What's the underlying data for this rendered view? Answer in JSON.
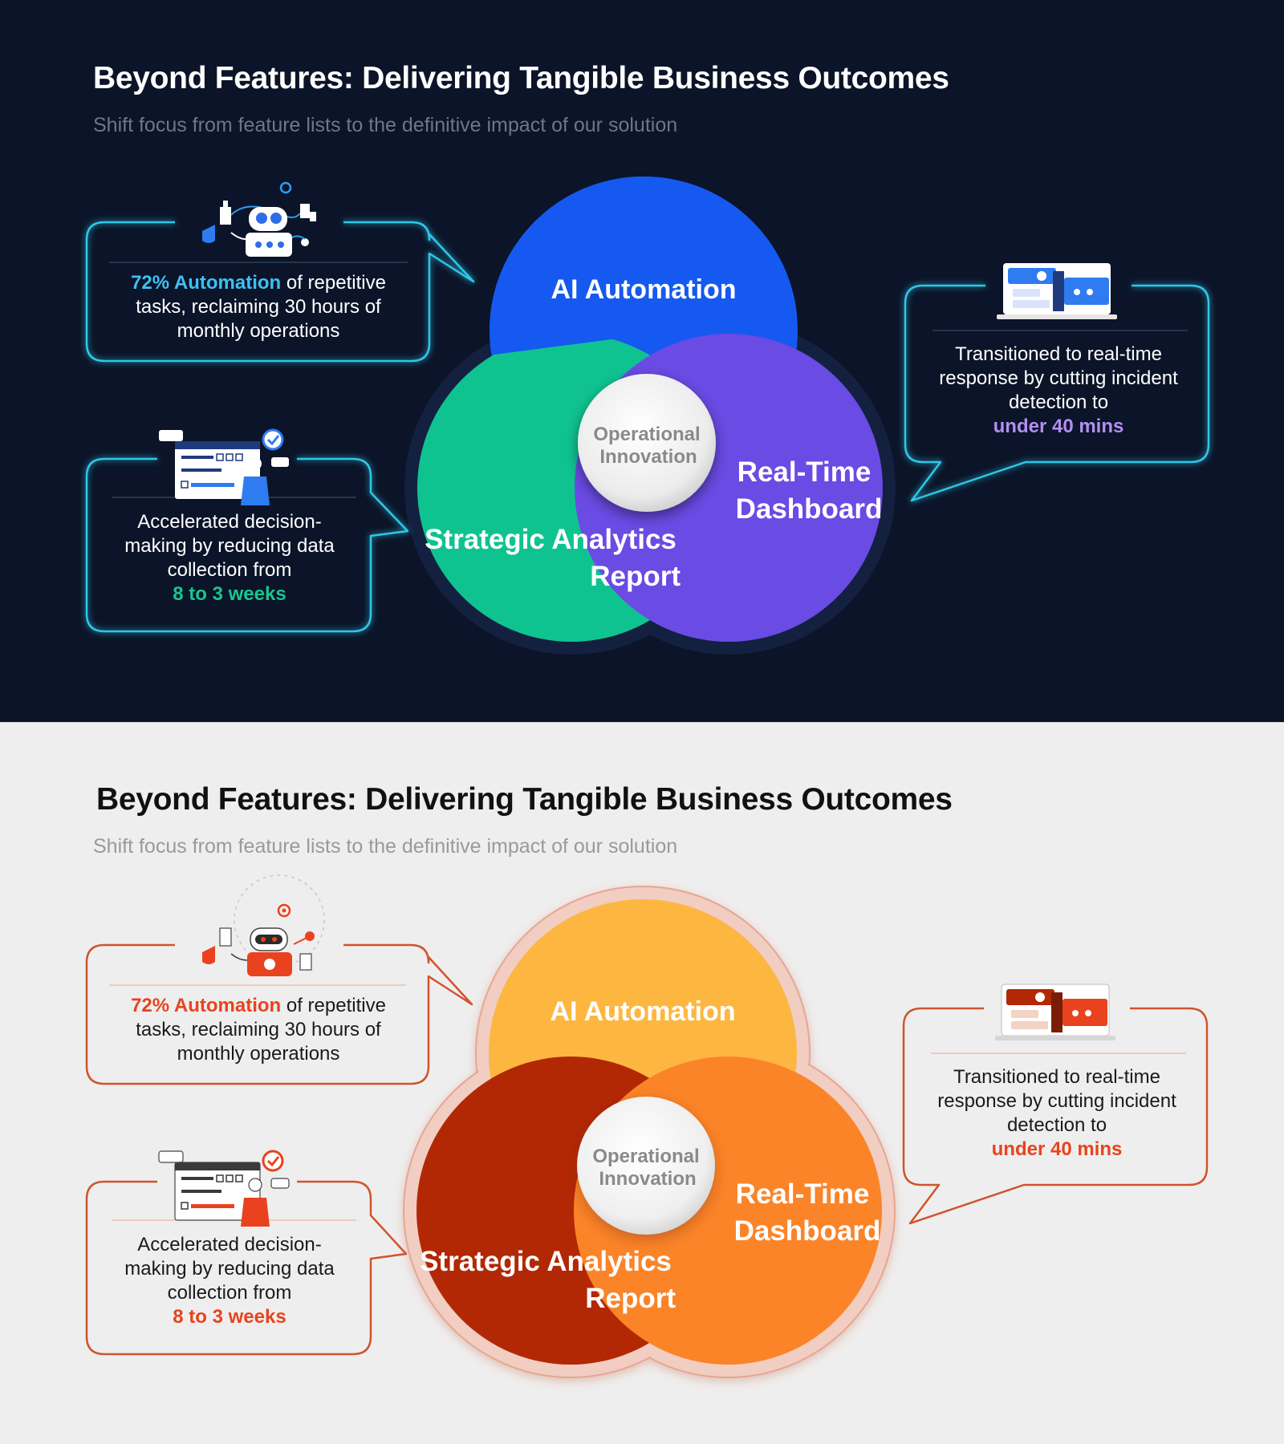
{
  "colors": {
    "dark": {
      "background": "#0b1428",
      "ai": "#1559f0",
      "dashboard": "#6a4be4",
      "analytics": "#0fc391",
      "callout_border": "#2fc7e8",
      "highlight_automation": "#3fc0f2",
      "highlight_dashboard": "#b18ff2",
      "highlight_analytics": "#19c58f"
    },
    "light": {
      "background": "#efeeee",
      "ai": "#fdb741",
      "dashboard": "#fb8428",
      "analytics": "#b22805",
      "callout_border": "#d0542e",
      "highlight": "#e8431e"
    }
  },
  "icons": {
    "automation": "robot-automation-icon",
    "dashboard": "monitor-dashboard-icon",
    "analytics": "analytics-report-icon"
  },
  "panels": [
    {
      "id": "dark",
      "title": "Beyond Features: Delivering Tangible Business Outcomes",
      "subtitle": "Shift focus from feature lists to the definitive impact of our solution",
      "venn": {
        "ai": "AI Automation",
        "dashboard_line1": "Real-Time",
        "dashboard_line2": "Dashboard",
        "analytics_line1": "Strategic Analytics",
        "analytics_line2": "Report",
        "center_line1": "Operational",
        "center_line2": "Innovation"
      },
      "callouts": {
        "automation": {
          "highlight": "72% Automation",
          "text": " of repetitive tasks, reclaiming 30 hours of monthly operations"
        },
        "dashboard": {
          "text": "Transitioned to real-time response by cutting incident detection to",
          "highlight": "under 40 mins"
        },
        "analytics": {
          "text": "Accelerated decision-making by reducing data collection from",
          "highlight": "8 to 3 weeks"
        }
      }
    },
    {
      "id": "light",
      "title": "Beyond Features: Delivering Tangible Business Outcomes",
      "subtitle": "Shift focus from feature lists to the definitive impact of our solution",
      "venn": {
        "ai": "AI Automation",
        "dashboard_line1": "Real-Time",
        "dashboard_line2": "Dashboard",
        "analytics_line1": "Strategic Analytics",
        "analytics_line2": "Report",
        "center_line1": "Operational",
        "center_line2": "Innovation"
      },
      "callouts": {
        "automation": {
          "highlight": "72% Automation",
          "text": " of repetitive tasks, reclaiming 30 hours of monthly operations"
        },
        "dashboard": {
          "text": "Transitioned to real-time response by cutting incident detection to",
          "highlight": "under 40 mins"
        },
        "analytics": {
          "text": "Accelerated decision-making by reducing data collection from",
          "highlight": "8 to 3 weeks"
        }
      }
    }
  ]
}
